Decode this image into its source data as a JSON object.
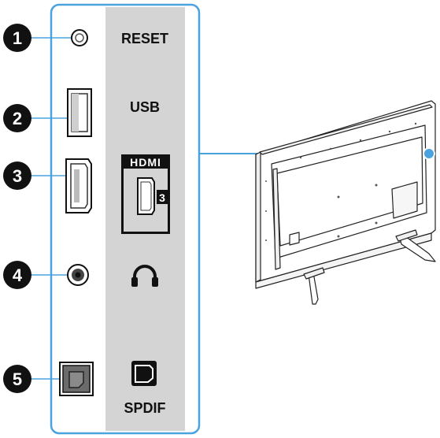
{
  "colors": {
    "panel_border": "#4aa3df",
    "label_strip": "#d4d4d4",
    "badge": "#111111"
  },
  "ports": [
    {
      "number": "1",
      "label": "RESET",
      "port_icon": "reset-pinhole-icon"
    },
    {
      "number": "2",
      "label": "USB",
      "port_icon": "usb-port-icon"
    },
    {
      "number": "3",
      "label": "",
      "port_icon": "hdmi-port-icon",
      "logo": "HDMI",
      "port_index": "3"
    },
    {
      "number": "4",
      "label": "",
      "port_icon": "headphone-jack-icon",
      "symbol": "headphones-icon"
    },
    {
      "number": "5",
      "label": "SPDIF",
      "port_icon": "optical-port-icon",
      "symbol": "optical-symbol-icon"
    }
  ]
}
